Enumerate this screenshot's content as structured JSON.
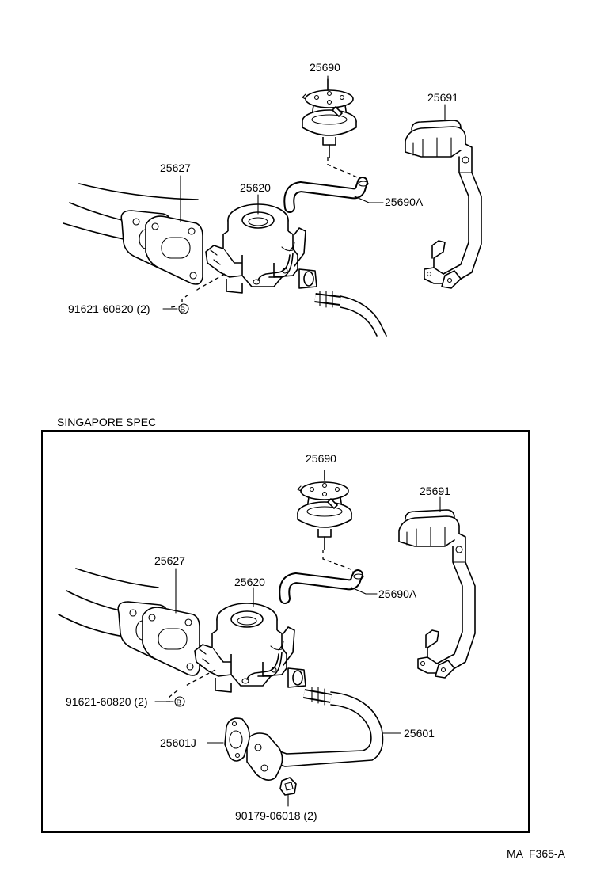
{
  "diagram": {
    "footer_code": "MA  F365-A",
    "section_title": "SINGAPORE SPEC",
    "top": {
      "labels": {
        "p25690": "25690",
        "p25691": "25691",
        "p25627": "25627",
        "p25620": "25620",
        "p25690a": "25690A",
        "p91621": "91621-60820 (2)",
        "callout_b": "B"
      }
    },
    "bottom": {
      "labels": {
        "p25690": "25690",
        "p25691": "25691",
        "p25627": "25627",
        "p25620": "25620",
        "p25690a": "25690A",
        "p91621": "91621-60820 (2)",
        "callout_b": "B",
        "p25601j": "25601J",
        "p25601": "25601",
        "p90179": "90179-06018 (2)"
      }
    }
  }
}
